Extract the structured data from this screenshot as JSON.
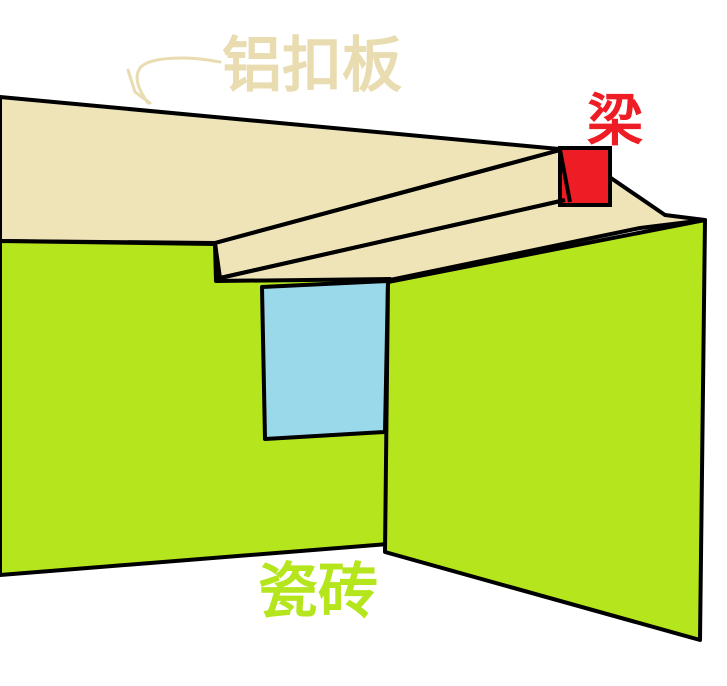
{
  "labels": {
    "ceiling": "铝扣板",
    "beam": "梁",
    "tile": "瓷砖"
  },
  "colors": {
    "ceiling_fill": "#efe3b8",
    "ceiling_label": "#e8dcb0",
    "beam_fill": "#ee1c24",
    "beam_label": "#ee1c24",
    "wall_fill": "#b5e61d",
    "tile_label": "#b5e61d",
    "window_fill": "#99d9ea",
    "outline": "#000000"
  }
}
